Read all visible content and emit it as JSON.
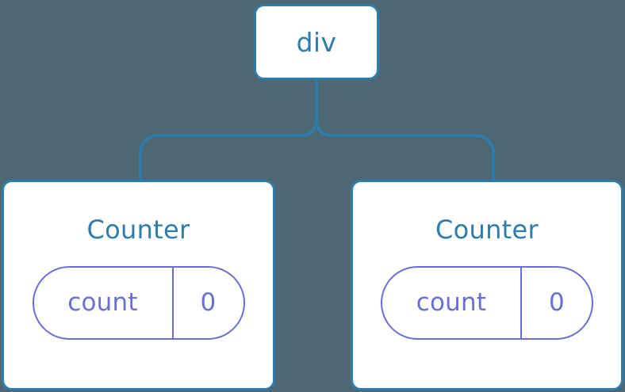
{
  "diagram": {
    "type": "component-tree",
    "background_color": "#4d6873",
    "node_border_color": "#2d7cab",
    "node_text_color": "#2d7cab",
    "state_color": "#6a6fd6",
    "connector_color": "#2d7cab",
    "root": {
      "label": "div",
      "name": "div"
    },
    "children": [
      {
        "title": "Counter",
        "state": {
          "key": "count",
          "value": "0"
        }
      },
      {
        "title": "Counter",
        "state": {
          "key": "count",
          "value": "0"
        }
      }
    ]
  }
}
